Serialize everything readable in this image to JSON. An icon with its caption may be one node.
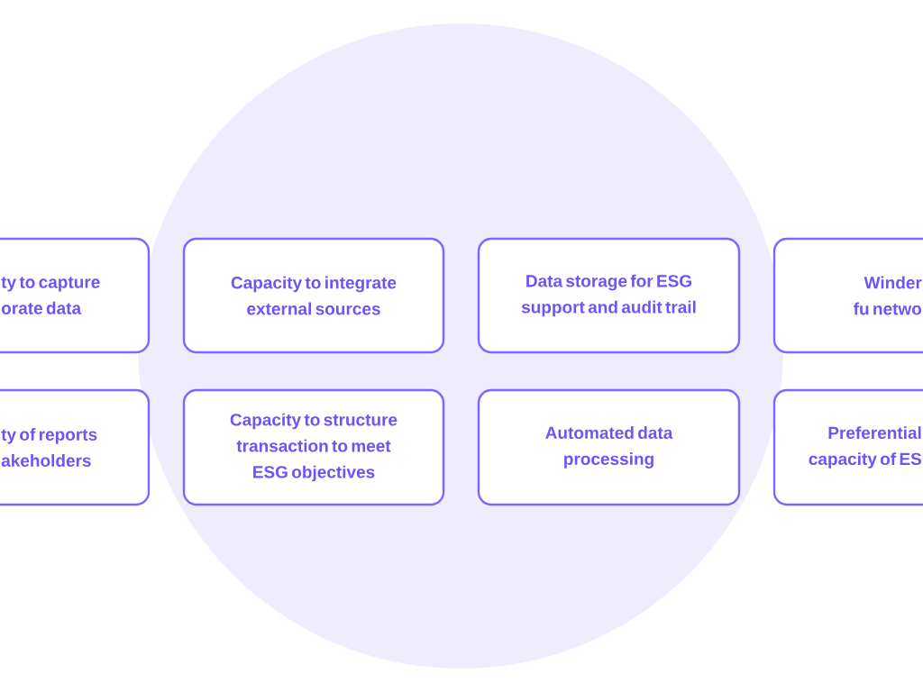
{
  "diagram": {
    "nodes": [
      {
        "text": [],
        "shape": "circle"
      },
      {
        "text": [
          "ty to capture orate data"
        ]
      },
      {
        "text": [
          "Capacity to integrate external sources"
        ],
        "in": 0
      },
      {
        "text": [
          "Data storage for ESG support and audit trail"
        ],
        "in": 0
      },
      {
        "text": [
          "Winder fu netwo"
        ]
      },
      {
        "text": [
          "ty of reports akeholders"
        ]
      },
      {
        "text": [
          "Capacity to structure transaction to meet ESG objectives"
        ],
        "in": 0
      },
      {
        "text": [
          "Automated data processing"
        ],
        "in": 0
      },
      {
        "text": [
          "Preferential capacity of ES"
        ]
      }
    ]
  }
}
